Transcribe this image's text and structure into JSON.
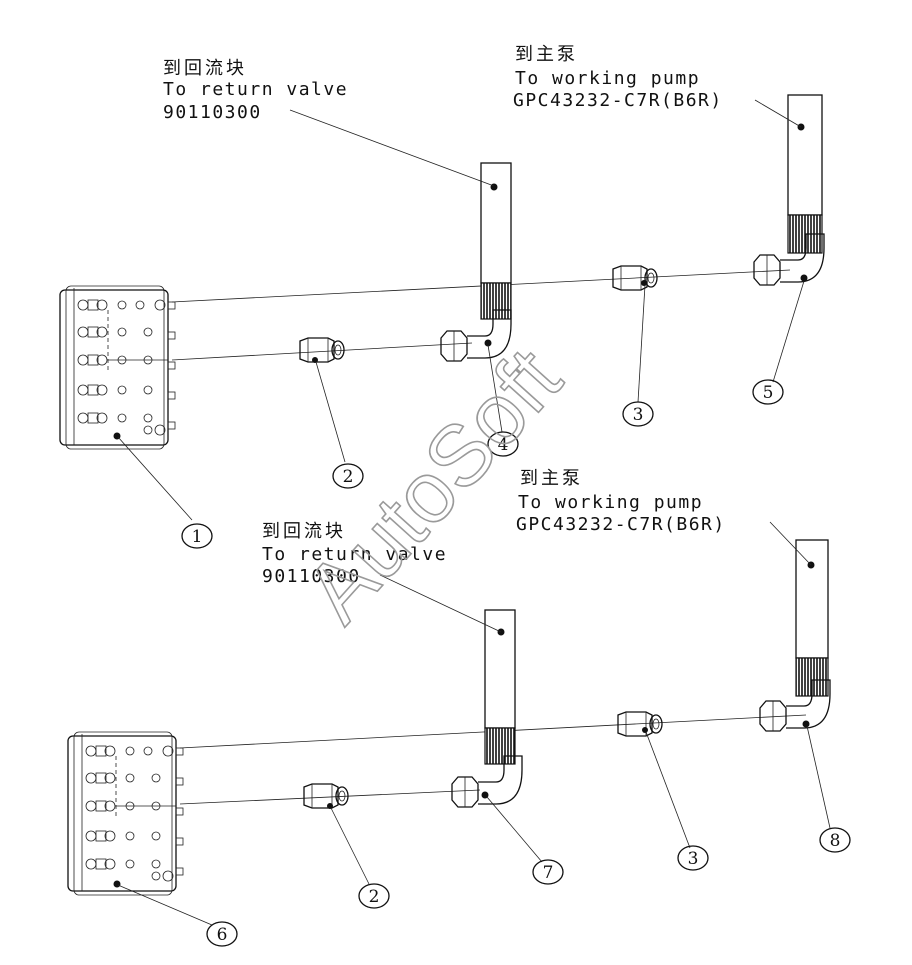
{
  "top_assembly": {
    "return_label_cn": "到回流块",
    "return_label_en": "To return valve",
    "return_label_code": "90110300",
    "pump_label_cn": "到主泵",
    "pump_label_en": "To working pump",
    "pump_label_code": "GPC43232-C7R(B6R)",
    "callouts": [
      "1",
      "2",
      "3",
      "4",
      "5"
    ]
  },
  "bottom_assembly": {
    "return_label_cn": "到回流块",
    "return_label_en": "To return valve",
    "return_label_code": "90110300",
    "pump_label_cn": "到主泵",
    "pump_label_en": "To working pump",
    "pump_label_code": "GPC43232-C7R(B6R)",
    "callouts": [
      "6",
      "2",
      "7",
      "3",
      "8"
    ]
  },
  "watermark": "AutoSoft"
}
